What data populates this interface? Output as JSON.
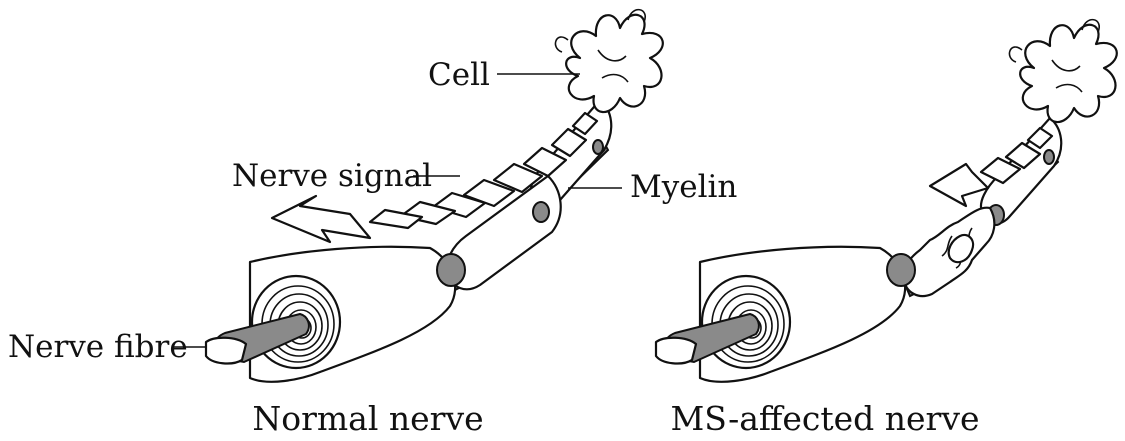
{
  "labels": {
    "cell": "Cell",
    "nerve_signal": "Nerve signal",
    "myelin": "Myelin",
    "nerve_fibre": "Nerve fibre"
  },
  "captions": {
    "normal": "Normal nerve",
    "ms": "MS-affected nerve"
  }
}
